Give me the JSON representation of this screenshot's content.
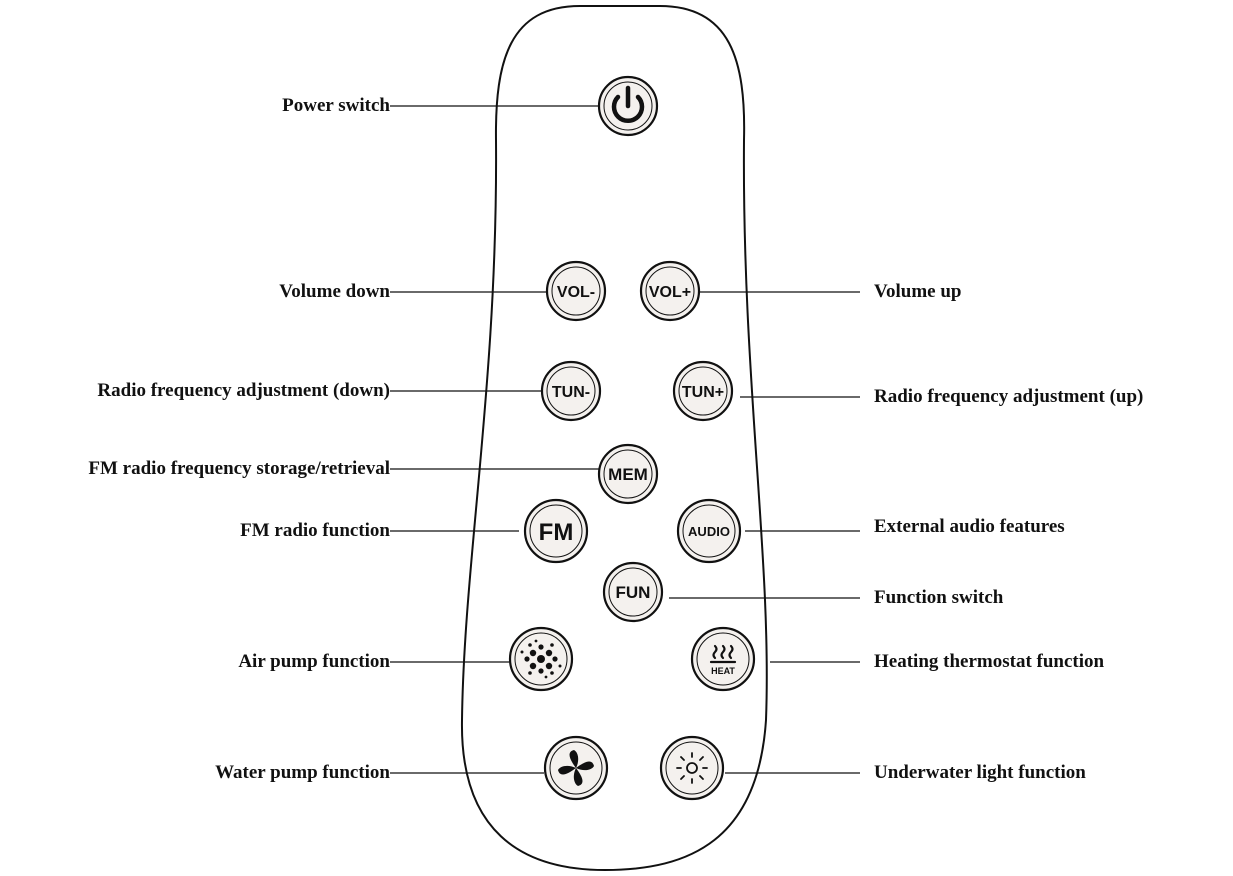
{
  "callouts": {
    "power": "Power switch",
    "vol_down": "Volume down",
    "vol_up": "Volume up",
    "tun_down": "Radio frequency adjustment (down)",
    "tun_up": "Radio frequency adjustment (up)",
    "mem": "FM radio frequency storage/retrieval",
    "fm": "FM radio function",
    "audio": "External audio features",
    "fun": "Function switch",
    "air": "Air pump function",
    "heat": "Heating thermostat function",
    "water": "Water pump function",
    "light": "Underwater light function"
  },
  "buttons": {
    "vol_down": "VOL-",
    "vol_up": "VOL+",
    "tun_down": "TUN-",
    "tun_up": "TUN+",
    "mem": "MEM",
    "fm": "FM",
    "audio": "AUDIO",
    "fun": "FUN",
    "heat": "HEAT"
  },
  "icons": {
    "power": "power-icon",
    "air": "air-bubbles-icon",
    "heat": "heat-waves-icon",
    "water": "water-pump-swirl-icon",
    "light": "light-sun-icon"
  },
  "colors": {
    "ink": "#111111",
    "button_fill": "#f4f1ee",
    "background": "#ffffff"
  }
}
